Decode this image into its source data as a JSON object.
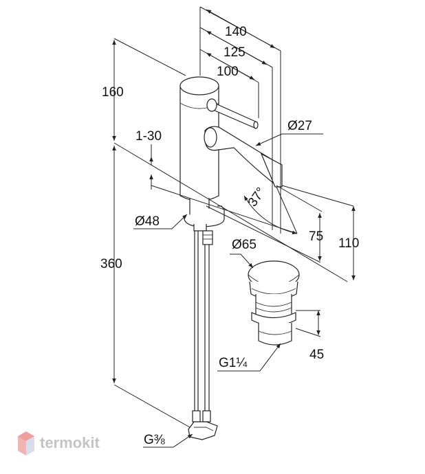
{
  "dimensions": {
    "d140": "140",
    "d125": "125",
    "d100": "100",
    "d160": "160",
    "d1_30": "1-30",
    "d27": "Ø27",
    "d37": "37°",
    "d48": "Ø48",
    "d75": "75",
    "d110": "110",
    "d65": "Ø65",
    "d360": "360",
    "d45": "45",
    "g114": "G1¼",
    "g38": "G⅜"
  },
  "watermark": {
    "text": "termokit",
    "color": "#e8a0a0"
  }
}
